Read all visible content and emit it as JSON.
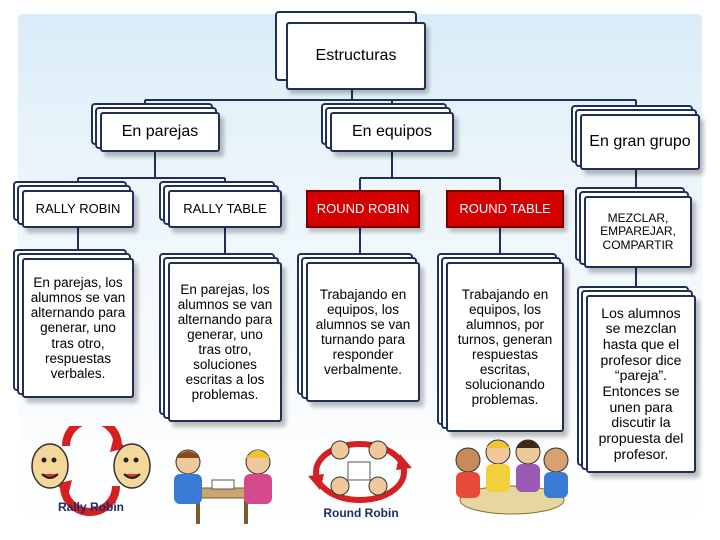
{
  "root": "Estructuras",
  "level1": {
    "pairs": "En parejas",
    "teams": "En equipos",
    "group": "En gran grupo"
  },
  "level2": {
    "rally_robin": "RALLY ROBIN",
    "rally_table": "RALLY TABLE",
    "round_robin": "ROUND ROBIN",
    "round_table": "ROUND TABLE",
    "mix": "MEZCLAR, EMPAREJAR, COMPARTIR"
  },
  "level3": {
    "rally_robin": "En parejas, los alumnos se van alternando para generar, uno tras otro, respuestas verbales.",
    "rally_table": "En parejas, los alumnos se van alternando para generar, uno tras otro, soluciones escritas a los problemas.",
    "round_robin": "Trabajando en equipos, los alumnos se van turnando para responder verbalmente.",
    "round_table": "Trabajando en equipos, los alumnos, por turnos, generan respuestas escritas, solucionando problemas.",
    "mix": "Los alumnos se mezclan hasta que el profesor dice “pareja”. Entonces se unen para discutir la propuesta del profesor."
  },
  "captions": {
    "rally": "Rally Robin",
    "round": "Round Robin"
  },
  "colors": {
    "line": "#1f2f55",
    "highlight": "#d40000",
    "background": "#d9ecf8"
  }
}
